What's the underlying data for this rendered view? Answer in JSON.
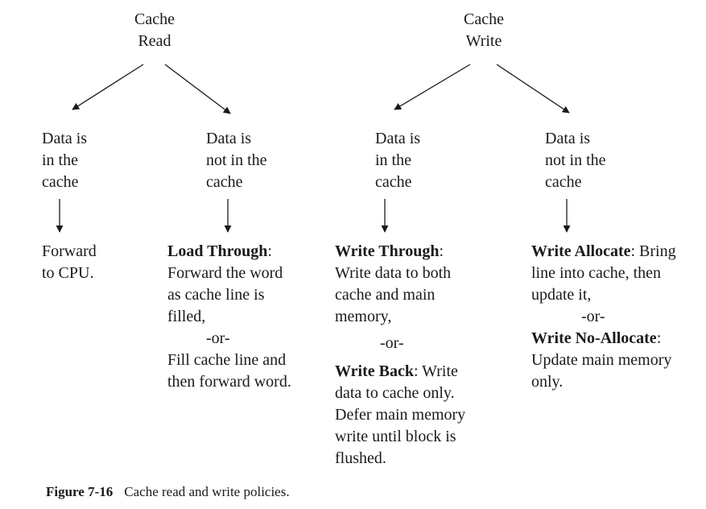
{
  "read": {
    "title": [
      "Cache",
      "Read"
    ],
    "hit": {
      "condition": [
        "Data is",
        "in the",
        "cache"
      ],
      "action": [
        "Forward",
        "to CPU."
      ]
    },
    "miss": {
      "condition": [
        "Data is",
        "not in the",
        "cache"
      ],
      "policy_name": "Load Through",
      "policy_suffix": ":",
      "lines": [
        "Forward the word",
        "as cache line is",
        "filled,"
      ],
      "or": "-or-",
      "lines2": [
        "Fill cache line and",
        "then forward word."
      ]
    }
  },
  "write": {
    "title": [
      "Cache",
      "Write"
    ],
    "hit": {
      "condition": [
        "Data is",
        "in the",
        "cache"
      ],
      "policy_name": "Write Through",
      "policy_suffix": ":",
      "lines": [
        "Write data to both",
        "cache and main",
        "memory,"
      ],
      "or": "-or-",
      "policy2_name": "Write Back",
      "policy2_suffix": ": Write",
      "lines2": [
        "data to cache only.",
        "Defer main memory",
        "write until block is",
        "flushed."
      ]
    },
    "miss": {
      "condition": [
        "Data is",
        "not in the",
        "cache"
      ],
      "policy_name": "Write Allocate",
      "policy_suffix": ": Bring",
      "lines": [
        "line into cache, then",
        "update it,"
      ],
      "or": "-or-",
      "policy2_name": "Write No-Allocate",
      "policy2_suffix": ":",
      "lines2": [
        "Update main memory",
        "only."
      ]
    }
  },
  "caption": {
    "number": "Figure 7-16",
    "text": "Cache read and write policies."
  }
}
